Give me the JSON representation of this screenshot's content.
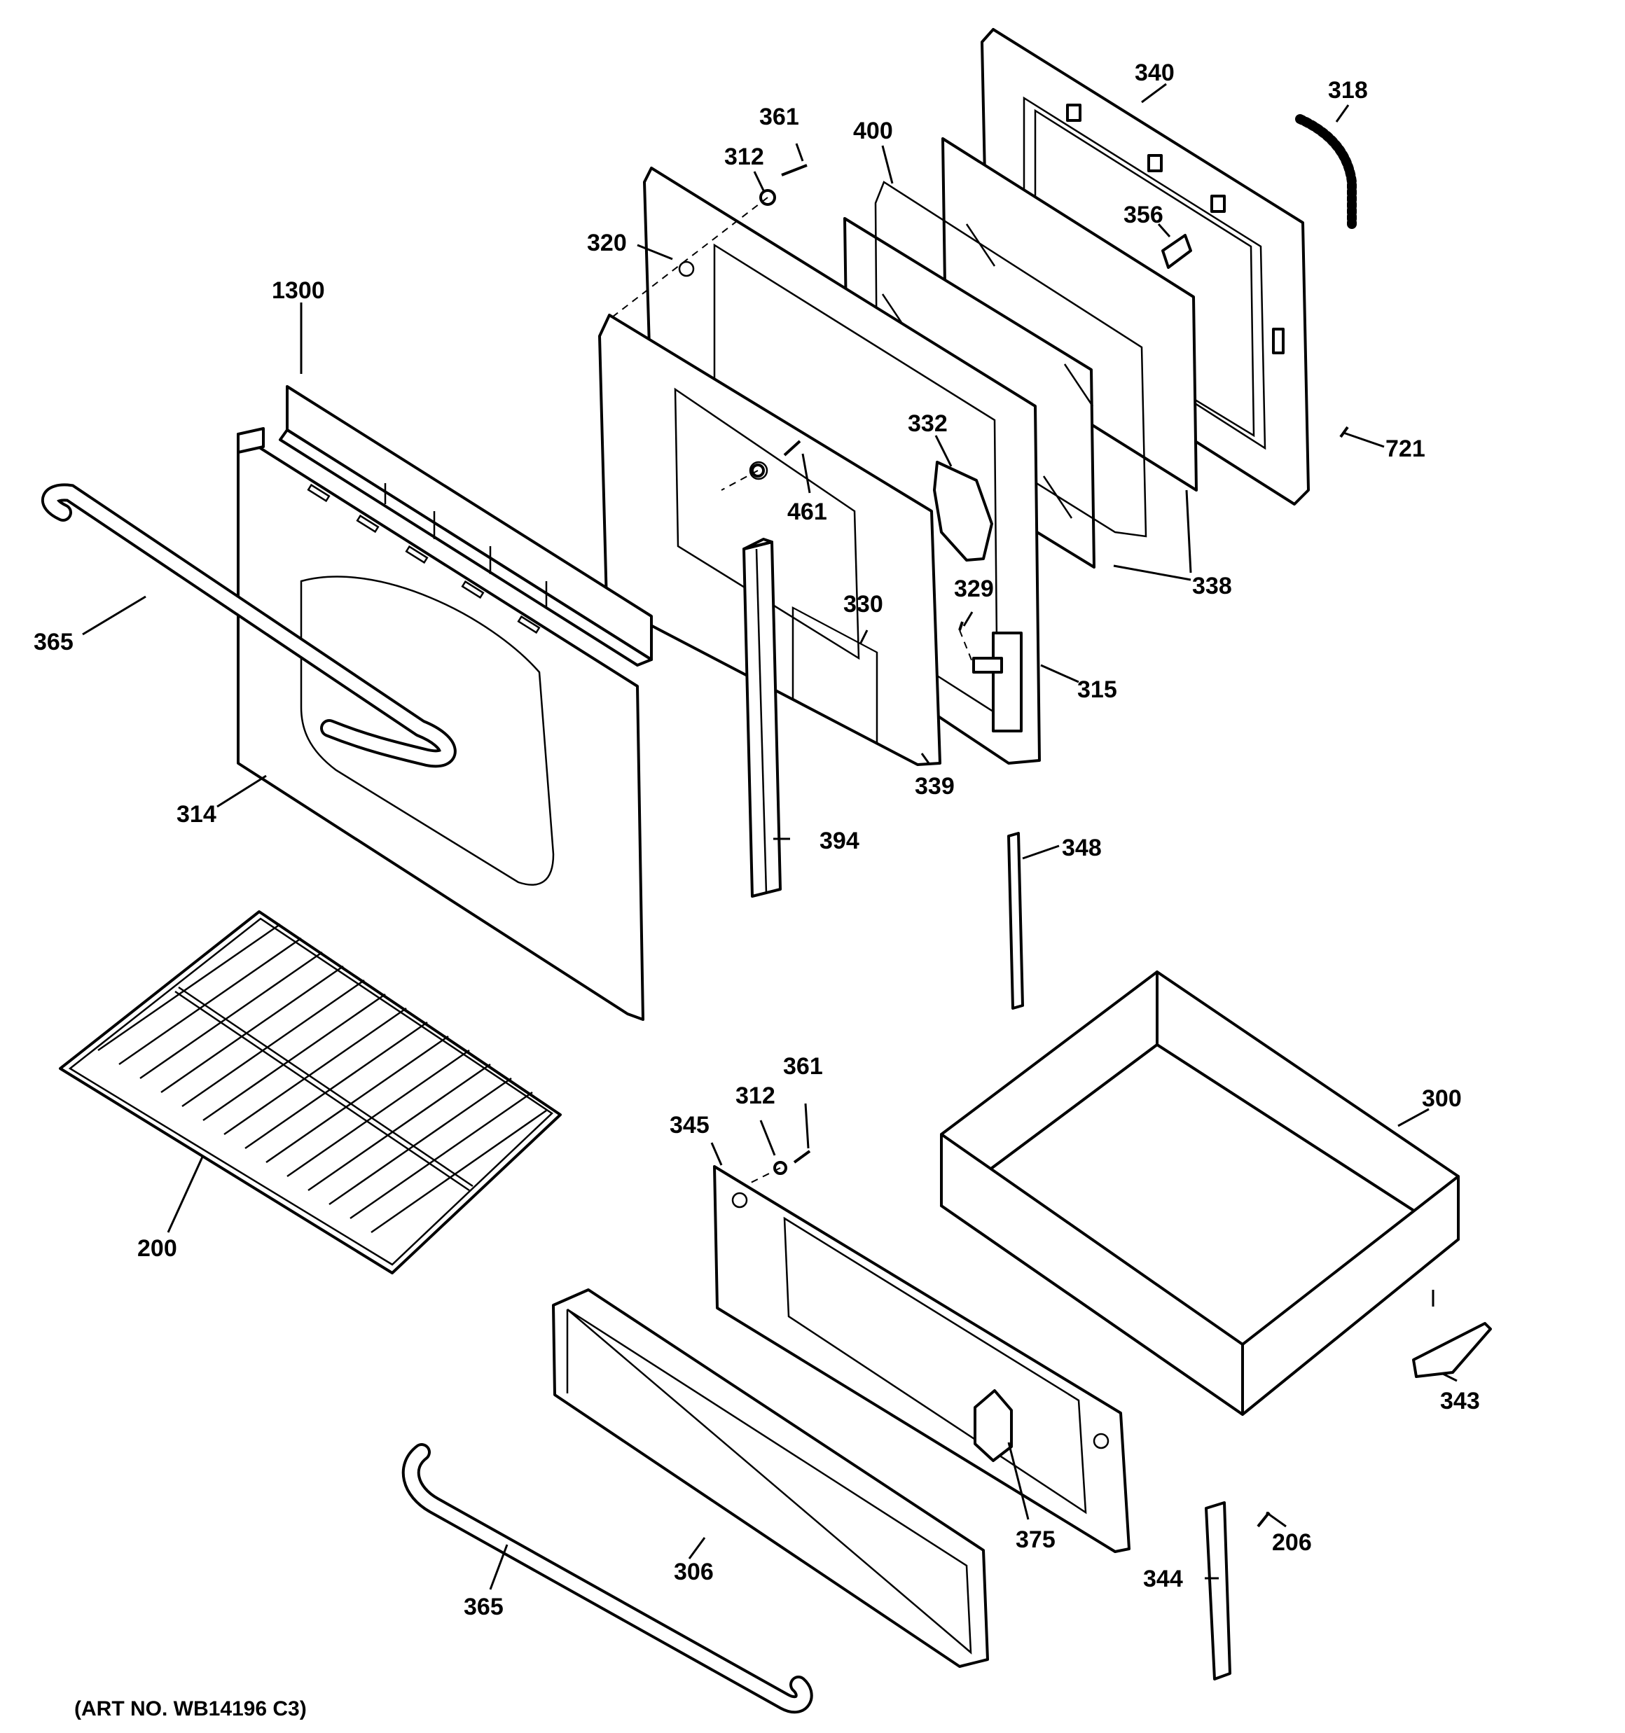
{
  "diagram": {
    "caption": "(ART NO. WB14196 C3)",
    "callouts": [
      "361",
      "312",
      "400",
      "340",
      "318",
      "320",
      "356",
      "1300",
      "332",
      "721",
      "461",
      "338",
      "329",
      "330",
      "365",
      "315",
      "339",
      "314",
      "394",
      "348",
      "200",
      "361",
      "312",
      "345",
      "300",
      "343",
      "375",
      "206",
      "344",
      "306",
      "365"
    ]
  }
}
